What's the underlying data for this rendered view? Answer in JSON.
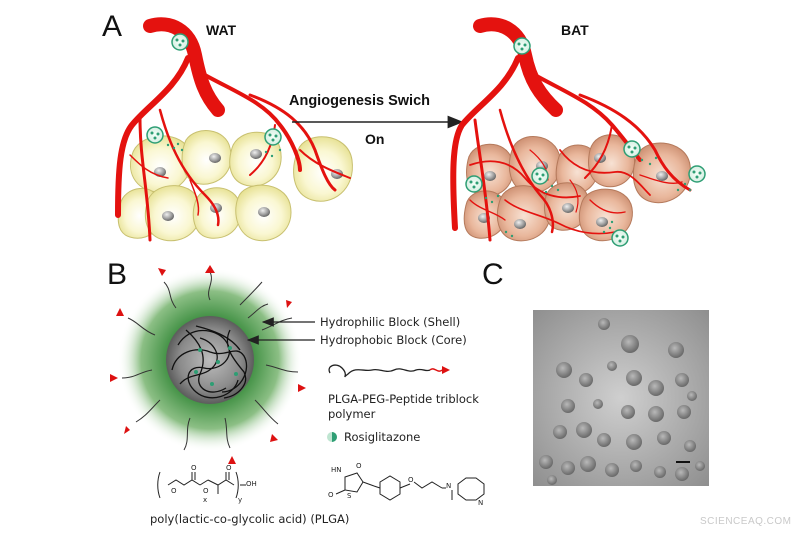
{
  "panel_a": {
    "letter": "A",
    "left_label": "WAT",
    "right_label": "BAT",
    "arrow_top": "Angiogenesis Swich",
    "arrow_bottom": "On"
  },
  "panel_b": {
    "letter": "B",
    "shell_label": "Hydrophilic Block (Shell)",
    "core_label": "Hydrophobic Block (Core)",
    "polymer_label_1": "PLGA-PEG-Peptide triblock",
    "polymer_label_2": "polymer",
    "drug_label": "Rosiglitazone",
    "plga_caption": "poly(lactic-co-glycolic acid) (PLGA)",
    "subscript_x": "x",
    "subscript_y": "y",
    "atom_O": "O",
    "atom_OH": "OH",
    "atom_HN": "HN",
    "atom_S": "S",
    "atom_N": "N"
  },
  "panel_c": {
    "letter": "C"
  },
  "watermark": "SCIENCEAQ.COM",
  "colors": {
    "vessel": "#e4120f",
    "wat_cell": "#f6f2bf",
    "bat_cell": "#e6b49a",
    "nucleus": "#9a9a9a",
    "drug": "#2e9e74",
    "shell_green": "#3c8f3f",
    "peptide": "#dd1111"
  }
}
